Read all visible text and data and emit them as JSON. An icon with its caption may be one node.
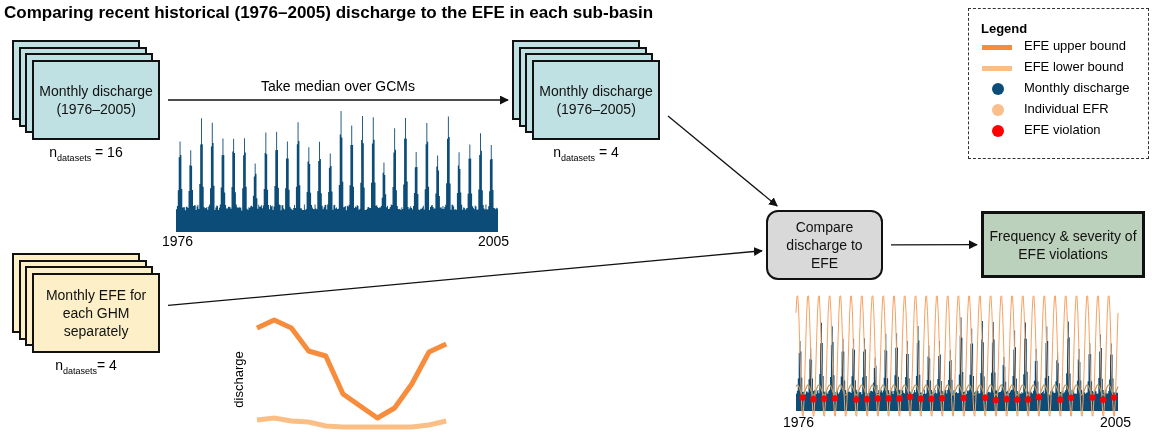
{
  "diagram": {
    "title": "Comparing recent historical (1976–2005) discharge to the EFE in each sub-basin",
    "nodes": [
      {
        "text": [
          "Monthly discharge (1976–2005)"
        ],
        "beside": [
          "n$_{datasets}$ = 16"
        ]
      },
      {
        "text": [
          "Monthly discharge (1976–2005)"
        ],
        "beside": [
          "n$_{datasets}$ = 4"
        ]
      },
      {
        "text": [
          "Monthly EFE for each GHM separately"
        ],
        "beside": [
          "n$_{datasets}$= 4"
        ]
      },
      {
        "text": [
          "Compare discharge to EFE"
        ]
      },
      {
        "text": [
          "Frequency & severity of EFE violations"
        ]
      }
    ],
    "edges": [
      {
        "from": 0,
        "to": 1,
        "arrow": "to",
        "label": "Take median over GCMs"
      },
      {
        "from": 1,
        "to": 3,
        "arrow": "to"
      },
      {
        "from": 2,
        "to": 3,
        "arrow": "to"
      },
      {
        "from": 3,
        "to": 4,
        "arrow": "to"
      }
    ],
    "labels": [
      "Legend",
      "1976",
      "2005",
      "discharge",
      "1976",
      "2005"
    ],
    "legend": [
      {
        "text": "EFE upper bound"
      },
      {
        "text": "EFE lower bound"
      },
      {
        "text": "Monthly discharge",
        "color": "#0b4d78"
      },
      {
        "text": "Individual EFR",
        "color": "#f9be8a"
      },
      {
        "text": "EFE violation",
        "color": "#ff0000"
      }
    ]
  }
}
